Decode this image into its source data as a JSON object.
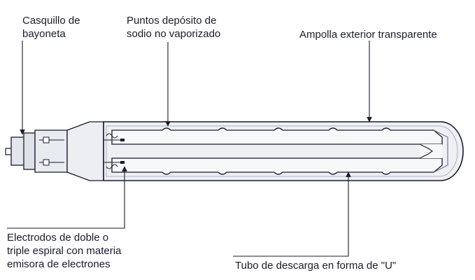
{
  "labels": {
    "bayonet_cap": [
      "Casquillo de",
      "bayoneta"
    ],
    "sodium_points": [
      "Puntos depósito de",
      "sodio no vaporizado"
    ],
    "outer_bulb": [
      "Ampolla exterior transparente"
    ],
    "electrodes": [
      "Electrodos de doble o",
      "triple espiral con materia",
      "emisora de electrones"
    ],
    "discharge_tube": [
      "Tubo de descarga en forma de \"U\""
    ]
  },
  "colors": {
    "ink": "#1a1a2e",
    "bulb_fill": "#eef0f4",
    "metal_fill": "#dfe2e8",
    "tube_fill": "#f7f8fa",
    "shadow": "#c9cdd6"
  }
}
